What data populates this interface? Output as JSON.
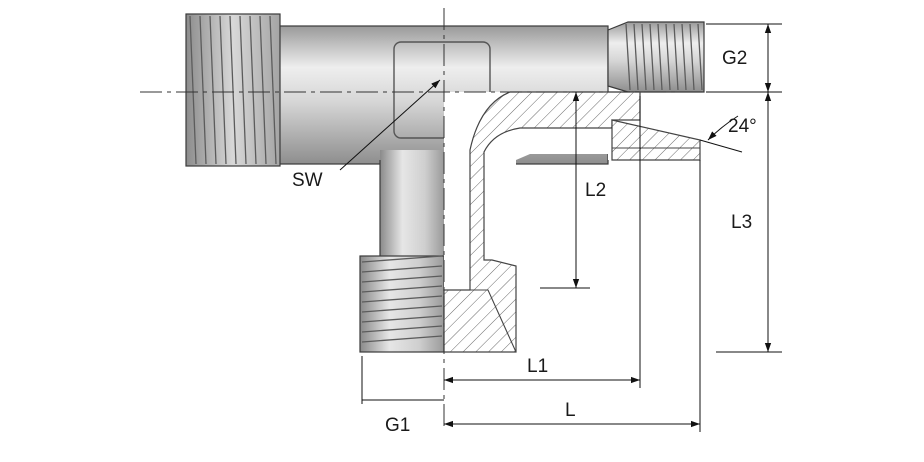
{
  "drawing": {
    "labels": {
      "g2": "G2",
      "angle": "24°",
      "sw": "SW",
      "l2": "L2",
      "l3": "L3",
      "l1": "L1",
      "g1": "G1",
      "l": "L"
    }
  }
}
